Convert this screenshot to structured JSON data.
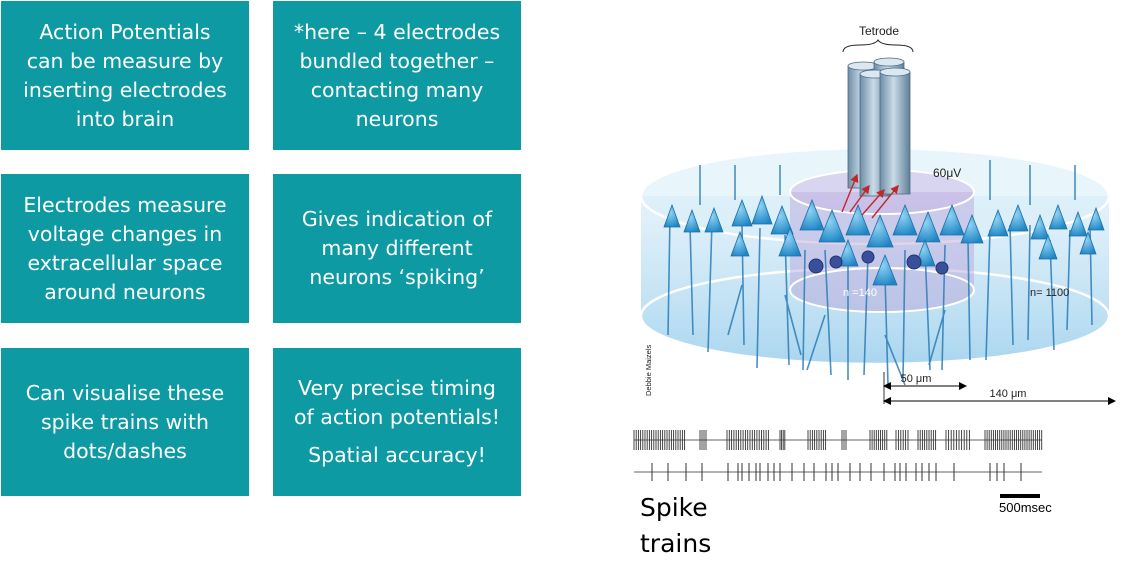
{
  "boxes": [
    {
      "lines": [
        "Action Potentials",
        "can be measure by",
        "inserting electrodes",
        "into brain"
      ]
    },
    {
      "lines": [
        "*here – 4 electrodes",
        "bundled together –",
        "contacting many",
        "neurons"
      ]
    },
    {
      "lines": [
        "Electrodes measure",
        "voltage changes in",
        "extracellular space",
        "around neurons"
      ]
    },
    {
      "lines": [
        "Gives indication of",
        "many different",
        "neurons ‘spiking’"
      ]
    },
    {
      "lines": [
        "Can visualise these",
        "spike trains with",
        "dots/dashes"
      ]
    },
    {
      "lines": [
        "Very precise timing",
        "of action potentials!"
      ],
      "extra": "Spatial accuracy!"
    }
  ],
  "figure": {
    "tetrode_label": "Tetrode",
    "voltage_label": "60μV",
    "inner_count_label": "n =140",
    "outer_count_label": "n= 1100",
    "inner_radius_label": "50 μm",
    "outer_radius_label": "140 μm",
    "credit": "Debbie Maizels",
    "scale_bar_label": "500msec",
    "colors": {
      "box": "#0e9aa3",
      "neuron": "#2a8fc8",
      "cylinder": "#a9d7f0"
    }
  },
  "caption": [
    "Spike",
    "trains"
  ]
}
